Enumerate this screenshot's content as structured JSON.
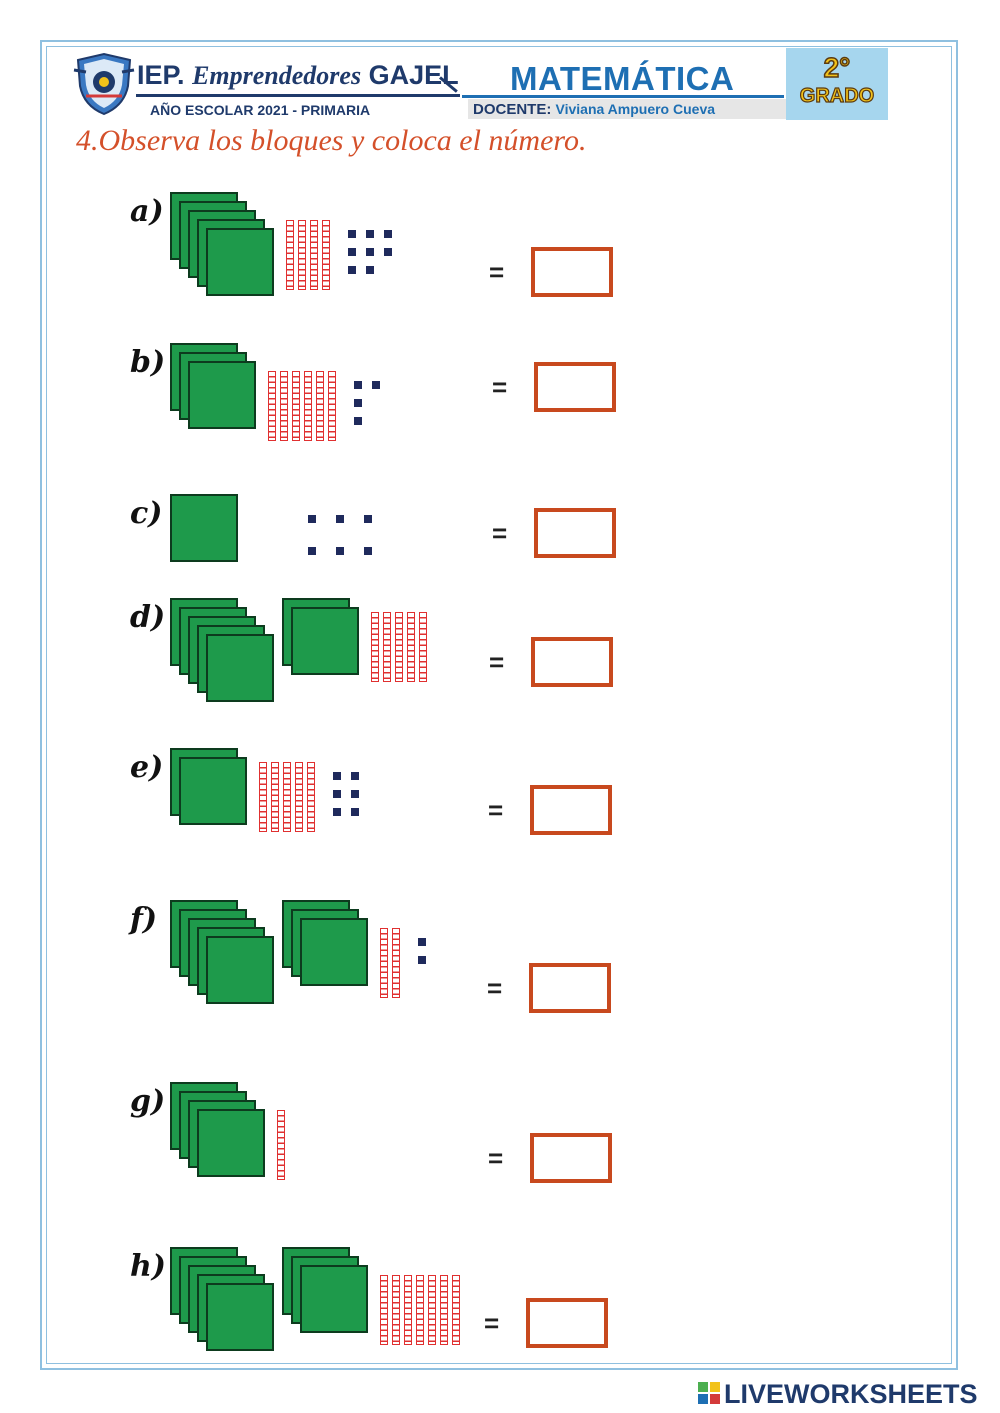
{
  "header": {
    "school_prefix": "IEP.",
    "school_script": "Emprendedores",
    "school_name": "GAJEL",
    "year": "AÑO ESCOLAR 2021 - PRIMARIA",
    "subject": "MATEMÁTICA",
    "docente_label": "DOCENTE:",
    "teacher": "Viviana Ampuero Cueva",
    "grade_number": "2°",
    "grade_label": "GRADO"
  },
  "instruction": "4.Observa los bloques y coloca el número.",
  "equals_sign": "=",
  "exercises": [
    {
      "label": "a)",
      "hundreds": 5,
      "tens": 4,
      "ones": 8
    },
    {
      "label": "b)",
      "hundreds": 3,
      "tens": 6,
      "ones": 4
    },
    {
      "label": "c)",
      "hundreds": 1,
      "tens": 0,
      "ones": 6
    },
    {
      "label": "d)",
      "hundreds": 7,
      "tens": 5,
      "ones": 0
    },
    {
      "label": "e)",
      "hundreds": 2,
      "tens": 5,
      "ones": 6
    },
    {
      "label": "f)",
      "hundreds": 8,
      "tens": 2,
      "ones": 2
    },
    {
      "label": "g)",
      "hundreds": 4,
      "tens": 1,
      "ones": 0
    },
    {
      "label": "h)",
      "hundreds": 8,
      "tens": 7,
      "ones": 0
    }
  ],
  "colors": {
    "hundred_block": "#1e9a4b",
    "ten_rod": "#e03030",
    "unit_cube": "#1f2a5c",
    "answer_border": "#c8491e",
    "instruction_text": "#d4502a"
  },
  "footer": "LIVEWORKSHEETS"
}
